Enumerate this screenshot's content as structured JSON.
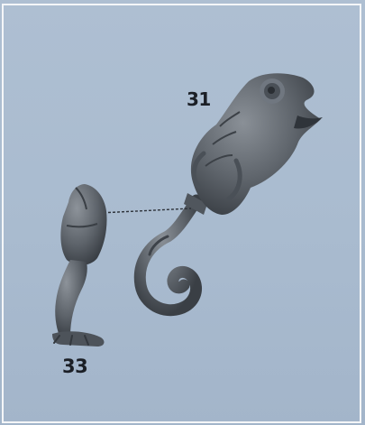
{
  "parts": [
    {
      "number": "31",
      "description_icon": "chameleon-head-tail-part"
    },
    {
      "number": "33",
      "description_icon": "chameleon-leg-part"
    }
  ],
  "colors": {
    "background": "#aab9cc",
    "frame": "#f4f6f8",
    "miniature": "#5f656c",
    "label": "#1b1f26"
  }
}
